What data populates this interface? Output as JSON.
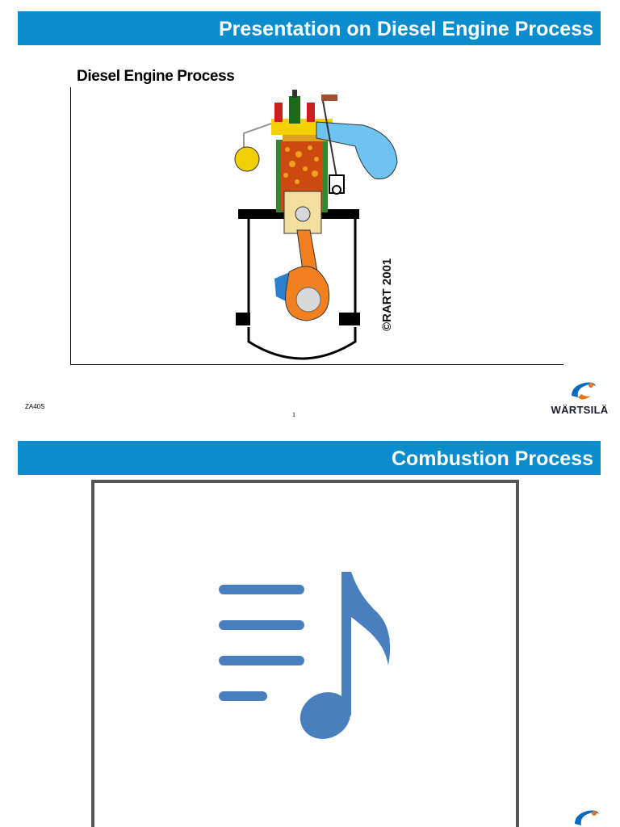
{
  "slide1": {
    "header_title": "Presentation on Diesel Engine Process",
    "subtitle": "Diesel Engine Process",
    "figure_copyright": "©RART 2001",
    "footer_code": "ZA40S",
    "page_number": "1",
    "logo_text": "WÄRTSILÄ"
  },
  "slide2": {
    "header_title": "Combustion Process",
    "media_icon": "music-playlist-icon"
  },
  "colors": {
    "header_bg": "#0a8ccd",
    "header_text": "#ffffff",
    "icon_blue": "#4a7fbf",
    "media_border": "#555555"
  }
}
